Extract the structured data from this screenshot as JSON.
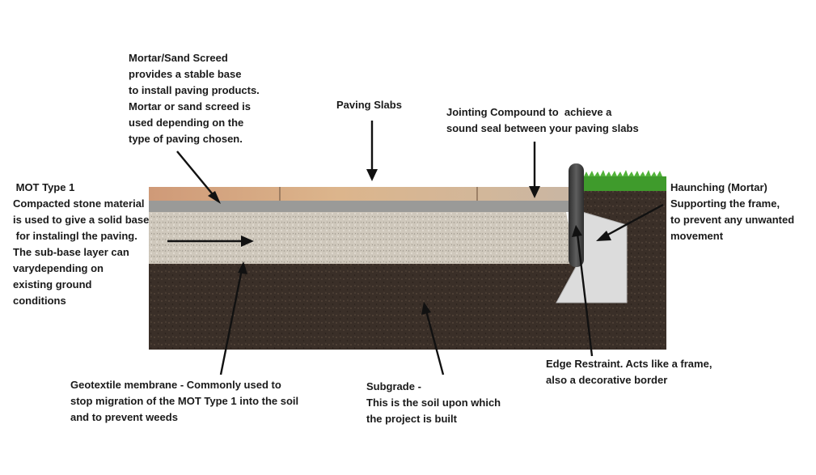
{
  "labels": {
    "screed": [
      "Mortar/Sand Screed",
      "provides a stable base",
      "to install paving products.",
      "Mortar or sand screed is",
      "used depending on the",
      "type of paving chosen."
    ],
    "paving": [
      "Paving Slabs"
    ],
    "jointing": [
      "Jointing Compound to  achieve a",
      "sound seal between your paving slabs"
    ],
    "mot": [
      " MOT Type 1",
      "Compacted stone material",
      "is used to give a solid base",
      " for instalingl the paving.",
      "The sub-base layer can",
      "varydepending on",
      "existing ground",
      "conditions"
    ],
    "haunching": [
      "Haunching (Mortar)",
      "Supporting the frame,",
      "to prevent any unwanted",
      "movement"
    ],
    "geotextile": [
      "Geotextile membrane - Commonly used to",
      "stop migration of the MOT Type 1 into the soil",
      "and to prevent weeds"
    ],
    "subgrade": [
      "Subgrade -",
      "This is the soil upon which",
      "the project is built"
    ],
    "edge": [
      "Edge Restraint. Acts like a frame,",
      "also a decorative border"
    ]
  },
  "colors": {
    "soil": "#3a2f28",
    "sub_base": "#cfc8bc",
    "screed": "#9a9a98",
    "slab": "#d6b48c",
    "grass": "#3f9b2c",
    "edge_restraint": "#4a4a4a",
    "haunching": "#dcdcdc",
    "arrow": "#111111"
  },
  "icons": [
    "arrow"
  ]
}
